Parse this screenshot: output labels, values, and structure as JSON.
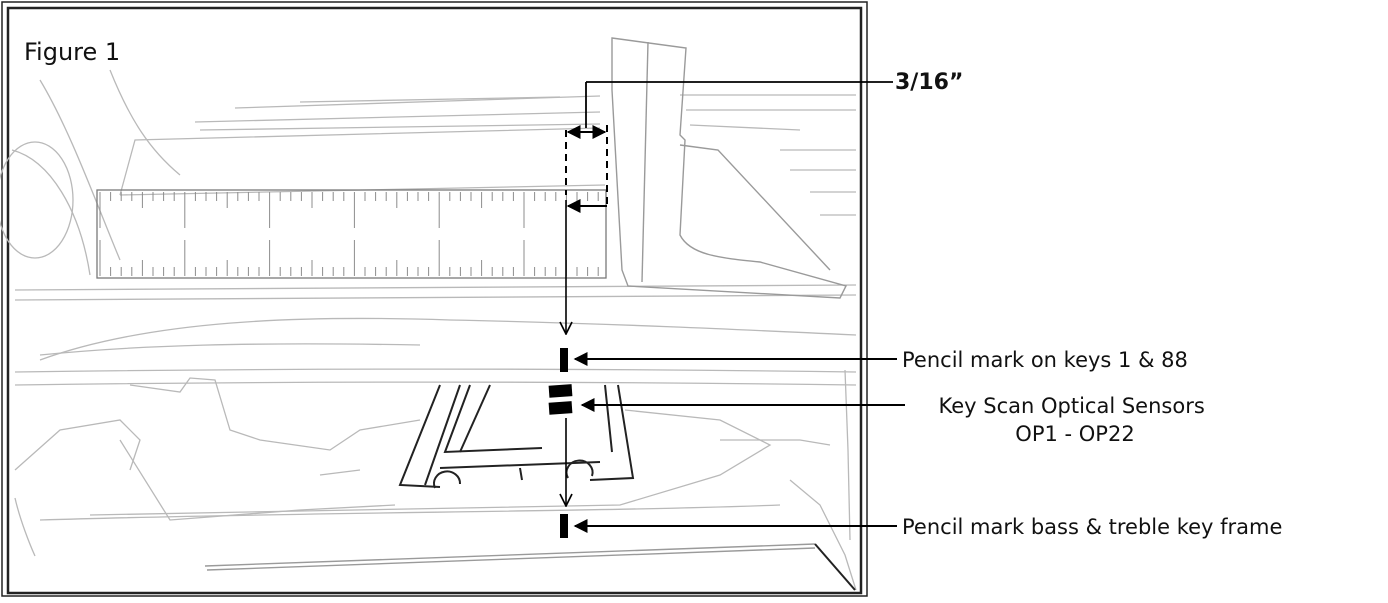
{
  "figure": {
    "title": "Figure 1",
    "dimension_label": "3/16”",
    "callouts": [
      {
        "id": "pencil-mark-keys",
        "lines": [
          "Pencil mark on keys 1 & 88"
        ]
      },
      {
        "id": "key-scan-sensors",
        "lines": [
          "Key Scan Optical Sensors",
          "OP1 - OP22"
        ]
      },
      {
        "id": "pencil-mark-frame",
        "lines": [
          "Pencil mark bass & treble key frame"
        ]
      }
    ]
  }
}
